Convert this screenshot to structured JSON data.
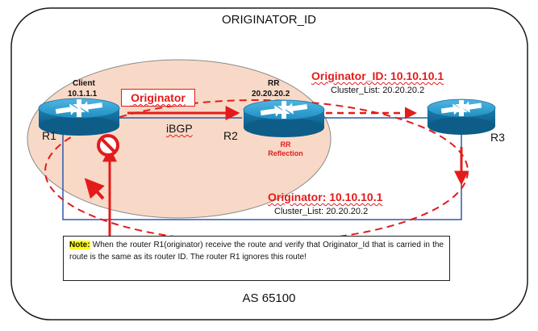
{
  "diagram": {
    "title": "ORIGINATOR_ID",
    "as_label": "AS 65100",
    "routers": {
      "r1": {
        "name": "R1",
        "role": "Client",
        "router_id": "10.1.1.1"
      },
      "r2": {
        "name": "R2",
        "role": "RR",
        "router_id": "20.20.20.2",
        "sub_label": "RR Reflection"
      },
      "r3": {
        "name": "R3"
      }
    },
    "originator_badge": "Originator",
    "link_label": "iBGP",
    "top_attributes": {
      "originator_id": "Originator_ID: 10.10.10.1",
      "cluster_list": "Cluster_List: 20.20.20.2"
    },
    "bottom_attributes": {
      "originator": "Originator: 10.10.10.1",
      "cluster_list": "Cluster_List: 20.20.20.2"
    },
    "note": {
      "label": "Note:",
      "text": "When the router R1(originator) receive the route and verify that Originator_Id that is carried in the route is the same as its router ID. The router R1 ignores this route!"
    },
    "colors": {
      "frame_border": "#1a1a1a",
      "client_zone": "#f8d9c7",
      "link_line": "#2e5aa8",
      "accent_red": "#e31b1b",
      "router_body": "#1f8fc2",
      "note_highlight": "#ffff00"
    },
    "icons": [
      "router-icon",
      "prohibited-icon",
      "arrow-icon"
    ]
  }
}
